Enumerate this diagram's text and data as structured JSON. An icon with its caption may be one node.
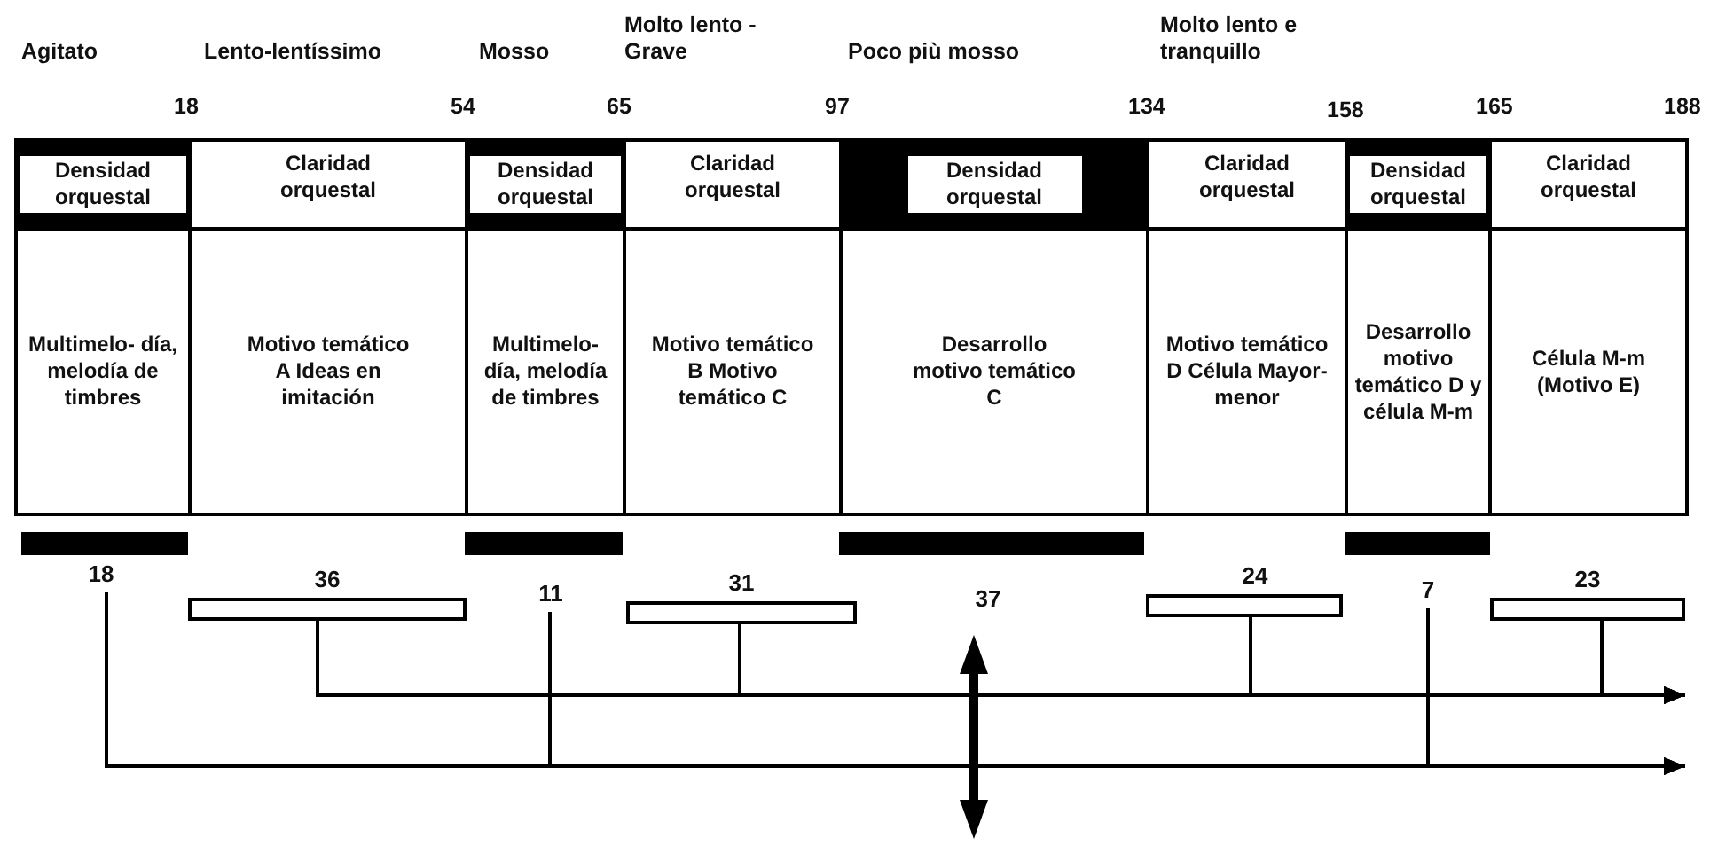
{
  "diagram": {
    "nodes": [
      {
        "text": [
          "Densidad orquestal"
        ]
      },
      {
        "text": [
          "Claridad orquestal"
        ]
      },
      {
        "text": [
          "Densidad orquestal"
        ]
      },
      {
        "text": [
          "Claridad orquestal"
        ]
      },
      {
        "text": [
          "Densidad orquestal"
        ]
      },
      {
        "text": [
          "Claridad orquestal"
        ]
      },
      {
        "text": [
          "Densidad orquestal"
        ]
      },
      {
        "text": [
          "Claridad orquestal"
        ]
      },
      {
        "text": [
          "Multimelo- día, melodía de timbres"
        ]
      },
      {
        "text": [
          "Motivo temático A Ideas en imitación"
        ]
      },
      {
        "text": [
          "Multimelo- día, melodía de timbres"
        ]
      },
      {
        "text": [
          "Motivo temático B Motivo temático C"
        ]
      },
      {
        "text": [
          "Desarrollo motivo temático C"
        ]
      },
      {
        "text": [
          "Motivo temático D Célula Mayor- menor"
        ]
      },
      {
        "text": [
          "Desarrollo motivo temático D y célula M-m"
        ]
      },
      {
        "text": [
          "Célula M-m (Motivo E)"
        ]
      },
      {
        "text": [],
        "shape": "bar",
        "beside": [
          "18"
        ]
      },
      {
        "text": [],
        "shape": "bar",
        "beside": [
          "36"
        ]
      },
      {
        "text": [],
        "shape": "bar",
        "beside": [
          "11"
        ]
      },
      {
        "text": [],
        "shape": "bar",
        "beside": [
          "31"
        ]
      },
      {
        "text": [],
        "shape": "bar",
        "beside": [
          "37"
        ]
      },
      {
        "text": [],
        "shape": "bar",
        "beside": [
          "24"
        ]
      },
      {
        "text": [],
        "shape": "bar",
        "beside": [
          "7"
        ]
      },
      {
        "text": [],
        "shape": "bar",
        "beside": [
          "23"
        ]
      }
    ],
    "edges": [
      {
        "from": 17,
        "to": null,
        "arrow": "to"
      },
      {
        "from": 19,
        "to": null,
        "arrow": "to"
      },
      {
        "from": 21,
        "to": null,
        "arrow": "to"
      },
      {
        "from": 23,
        "to": null,
        "arrow": "to"
      },
      {
        "from": 16,
        "to": null,
        "arrow": "to"
      },
      {
        "from": 18,
        "to": null,
        "arrow": "to"
      },
      {
        "from": 22,
        "to": null,
        "arrow": "to"
      }
    ],
    "labels": [
      "Agitato",
      "Lento-lentíssimo",
      "Mosso",
      "Molto lento - Grave",
      "Poco più mosso",
      "Molto lento e tranquillo",
      "18",
      "54",
      "65",
      "97",
      "134",
      "158",
      "165",
      "188"
    ]
  }
}
